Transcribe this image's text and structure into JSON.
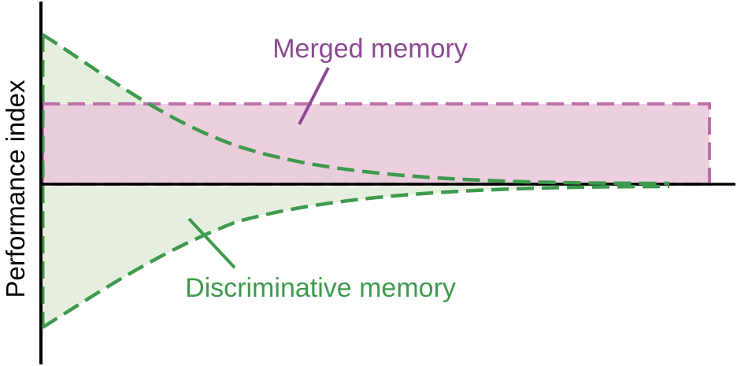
{
  "diagram": {
    "y_axis_label": "Performance index",
    "merged_memory": {
      "label": "Merged memory",
      "color": "#8b4a92",
      "fill_color": "#e8c4d8",
      "outline_color": "#bd6fa8"
    },
    "discriminative_memory": {
      "label": "Discriminative memory",
      "color": "#3e9a4e",
      "fill_color": "#e6efdf"
    },
    "axis_color": "#000000"
  }
}
